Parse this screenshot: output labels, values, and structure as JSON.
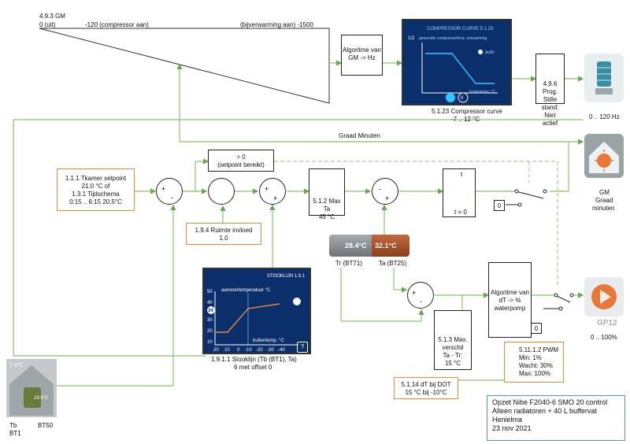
{
  "gm_scale": {
    "title": "4.9.3 GM",
    "uit": "0 (uit)",
    "compressor": "-120 (compressor aan)",
    "bijverwarming": "(bijverwarming aan) -1500"
  },
  "algoritme_gm": {
    "label": "Algoritme van GM -> Hz"
  },
  "compressor_curve": {
    "screen_title": "COMPRESSOR CURVE 5.1.23",
    "screen_sub": "gewenste compressorfreq. verwarming",
    "screen_page": "1/2",
    "screen_auto": "auto",
    "screen_axis": "buitentemp. °C",
    "screen_value": "0",
    "caption_1": "5.1.23 Compressor curve",
    "caption_2": "-7 .. 12 °C"
  },
  "prog_box": {
    "line1": "4.9.6 Prog.",
    "line2": "Stille stand:",
    "line3": "Niet actief"
  },
  "hz_range": "0 .. 120 Hz",
  "graad_minuten": "Graad Minuten",
  "gm_tile": {
    "label1": "GM",
    "label2": "Graad",
    "label3": "minuten"
  },
  "setpoint": {
    "line1": "1.1.1 Tkamer setpoint",
    "line2": "21.0 °C of",
    "line3": "1.3.1 Tijdschema",
    "line4": "0:15 .. 6:15 20.5°C"
  },
  "sum1": {
    "plus": "+",
    "minus": "-"
  },
  "sum2": {
    "plus1": "+",
    "plus2": "+"
  },
  "sum3": {
    "minus": "-",
    "plus": "+"
  },
  "sum4": {
    "plus": "+",
    "minus": "-"
  },
  "setpoint_reached": {
    "line1": "> 0",
    "line2": "(setpoint bereikt)"
  },
  "max_ta": {
    "line1": "5.1.2  Max Ta",
    "line2": "45 °C"
  },
  "integrator": {
    "t_top": "t",
    "t_bottom": "t = 0"
  },
  "ruimte": {
    "line1": "1.9.4 Ruimte invloed",
    "line2": "1.0"
  },
  "temps": {
    "tr_value": "28.4°C",
    "ta_value": "32.1°C",
    "tr_label": "Tr (BT71)",
    "ta_label": "Ta (BT25)"
  },
  "stooklijn_screen": {
    "title": "STOOKLIJN 1.9.1",
    "ylabel": "aanvoertemperatuur °C",
    "xlabel": "buitentemp. °C",
    "yticks": [
      "50",
      "40",
      "30",
      "20",
      "10"
    ],
    "xticks": [
      "20",
      "10",
      "0",
      "-10",
      "-20",
      "-30",
      "-40"
    ],
    "marker": "34"
  },
  "stooklijn_caption": {
    "line1": "1.9.1.1 Stooklijn (Tb (BT1), Ta)",
    "line2": "6 met offset 0"
  },
  "zero_1": "0",
  "zero_2": "0",
  "algoritme_dt": {
    "line1": "Algoritme van",
    "line2": "dT -> %",
    "line3": "waterpomp"
  },
  "max_verschil": {
    "line1": "5.1.3  Max.",
    "line2": "verschil",
    "line3": "Ta - Tr:",
    "line4": "15 °C"
  },
  "dt_dot": {
    "line1": "5.1.14 dT bij DOT",
    "line2": "15 °C bij -10°C"
  },
  "pwm": {
    "line1": "5.11.1.2 PWM",
    "line2": "Min:  1%",
    "line3": "Wacht: 30%",
    "line4": "Max: 100%"
  },
  "gp12": {
    "label": "GP12",
    "range": "0 .. 100%"
  },
  "house": {
    "outside_temp": "7.9°C",
    "inside_temp": "19.9°C",
    "tb_label": "Tb",
    "bt1_label": "BT1",
    "bt50_label": "BT50"
  },
  "info": {
    "line1": "Opzet Nibe F2040-6 SMO 20 control",
    "line2": "Alleen radiatoren + 40 L buffervat",
    "line3": "Henielma",
    "line4": "23 nov 2021"
  },
  "colors": {
    "wire": "#8cc46b",
    "dashed": "#a9d18e",
    "orange_border": "#e8893a",
    "blue_border": "#5b8fd6",
    "screen_bg": "#0a2f6a"
  }
}
